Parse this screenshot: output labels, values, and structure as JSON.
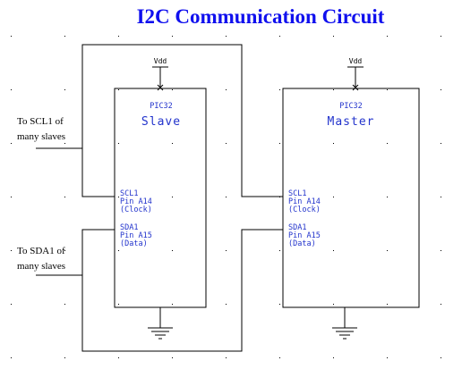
{
  "title": "I2C Communication Circuit",
  "colors": {
    "title": "#1010ee",
    "chip_text": "#2233cc",
    "pin_text": "#2233cc",
    "wire": "#000000",
    "note_text": "#000000",
    "dot": "#000000"
  },
  "slave": {
    "part": "PIC32",
    "role": "Slave",
    "vdd": "Vdd",
    "pins": {
      "scl_name": "SCL1",
      "scl_pin": "Pin A14",
      "scl_desc": "(Clock)",
      "sda_name": "SDA1",
      "sda_pin": "Pin A15",
      "sda_desc": "(Data)"
    }
  },
  "master": {
    "part": "PIC32",
    "role": "Master",
    "vdd": "Vdd",
    "pins": {
      "scl_name": "SCL1",
      "scl_pin": "Pin A14",
      "scl_desc": "(Clock)",
      "sda_name": "SDA1",
      "sda_pin": "Pin A15",
      "sda_desc": "(Data)"
    }
  },
  "notes": {
    "scl_line1": "To SCL1 of",
    "scl_line2": "many slaves",
    "sda_line1": "To SDA1 of",
    "sda_line2": "many slaves"
  }
}
